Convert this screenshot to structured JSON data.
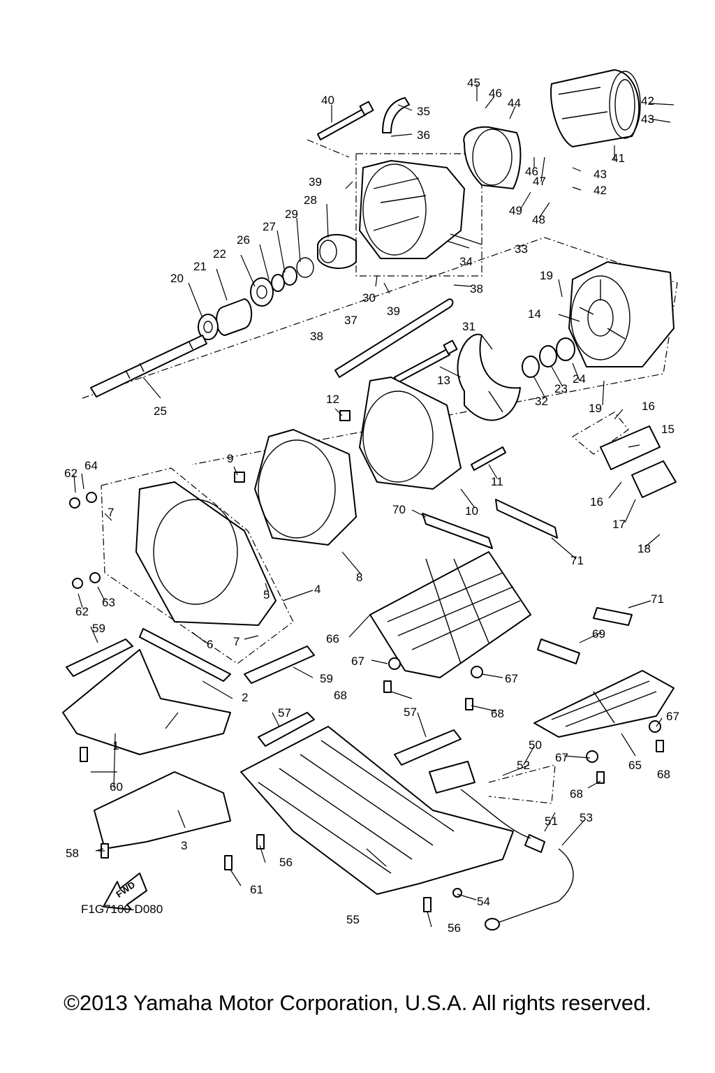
{
  "diagram_code": "F1G7100-D080",
  "fwd_label": "FWD",
  "copyright": "©2013 Yamaha Motor Corporation, U.S.A. All rights reserved.",
  "callouts": [
    "1",
    "2",
    "3",
    "4",
    "5",
    "6",
    "7",
    "8",
    "9",
    "10",
    "11",
    "12",
    "13",
    "14",
    "15",
    "16",
    "17",
    "18",
    "19",
    "20",
    "21",
    "22",
    "23",
    "24",
    "25",
    "26",
    "27",
    "28",
    "29",
    "30",
    "31",
    "32",
    "33",
    "34",
    "35",
    "36",
    "37",
    "38",
    "39",
    "40",
    "41",
    "42",
    "43",
    "44",
    "45",
    "46",
    "47",
    "48",
    "49",
    "50",
    "51",
    "52",
    "53",
    "54",
    "55",
    "56",
    "57",
    "58",
    "59",
    "60",
    "61",
    "62",
    "63",
    "64",
    "65",
    "66",
    "67",
    "68",
    "69",
    "70",
    "71"
  ]
}
